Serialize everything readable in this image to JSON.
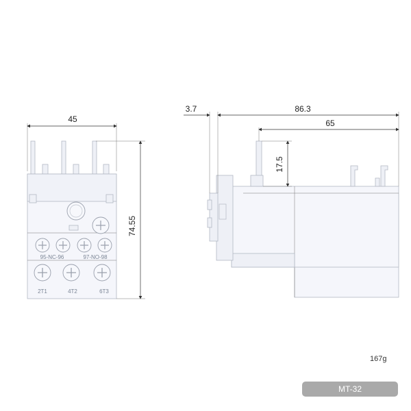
{
  "front_view": {
    "width_dim": "45",
    "height_dim": "74.55",
    "aux_terminals": [
      "95-NC-96",
      "97-NO-98"
    ],
    "main_terminals": [
      "2T1",
      "4T2",
      "6T3"
    ]
  },
  "side_view": {
    "offset_dim": "3.7",
    "overall_depth_dim": "86.3",
    "body_depth_dim": "65",
    "pin_height_dim": "17.5"
  },
  "weight": "167g",
  "model": "MT-32"
}
